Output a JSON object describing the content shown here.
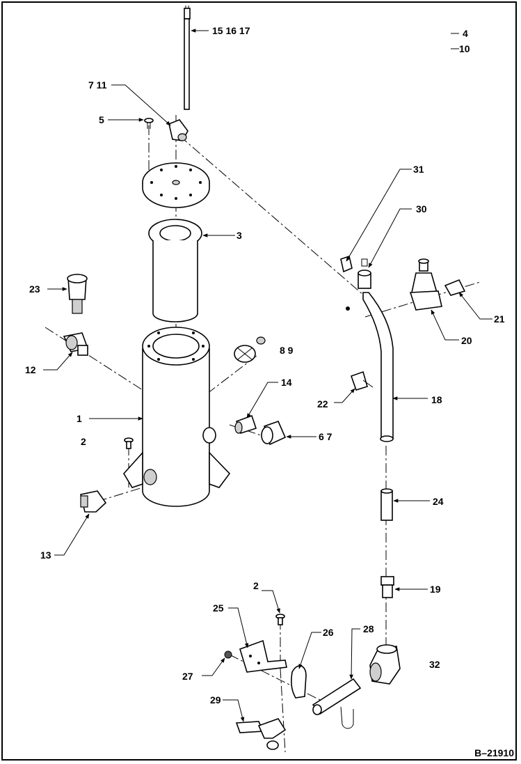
{
  "figure_id": "B–21910",
  "callouts": {
    "c15_16_17": "15 16 17",
    "c4": "4",
    "c10": "10",
    "c7_11": "7 11",
    "c5": "5",
    "c31": "31",
    "c30": "30",
    "c3": "3",
    "c23": "23",
    "c21": "21",
    "c20": "20",
    "c12": "12",
    "c8_9": "8 9",
    "c14": "14",
    "c18": "18",
    "c22": "22",
    "c1": "1",
    "c2a": "2",
    "c6_7": "6 7",
    "c24": "24",
    "c13": "13",
    "c19": "19",
    "c2b": "2",
    "c25": "25",
    "c26": "26",
    "c28": "28",
    "c32": "32",
    "c27": "27",
    "c29": "29"
  }
}
